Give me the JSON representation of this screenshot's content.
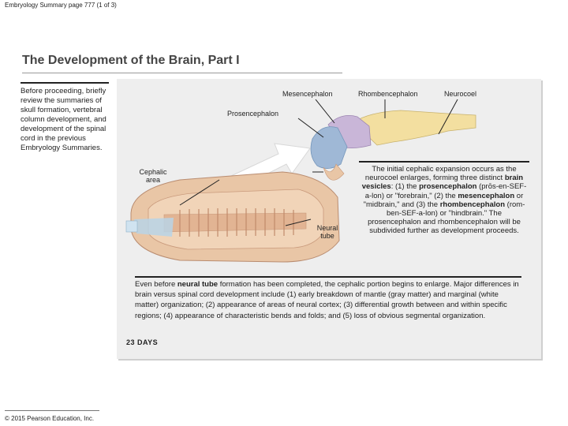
{
  "header": {
    "text": "Embryology Summary page 777 (1 of 3)"
  },
  "title": "The Development of the Brain, Part I",
  "intro": "Before proceeding, briefly review the summaries of skull formation, vertebral column development, and development of the spinal cord in the previous Embryology Summaries.",
  "labels": {
    "mesencephalon": "Mesencephalon",
    "rhombencephalon": "Rhombencephalon",
    "neurocoel": "Neurocoel",
    "prosencephalon": "Prosencephalon",
    "cephalic_area": "Cephalic area",
    "neural_tube": "Neural tube"
  },
  "vesicle_caption": {
    "p1": "The initial cephalic expansion occurs as the neurocoel enlarges, forming three distinct ",
    "b1": "brain vesicles",
    "p2": ": (1) the ",
    "b2": "prosencephalon",
    "p3": " (prōs-en-SEF-a-lon) or \"forebrain,\" (2) the ",
    "b3": "mesencephalon",
    "p4": " or \"midbrain,\" and (3) the ",
    "b4": "rhombencephalon",
    "p5": " (rom-ben-SEF-a-lon) or \"hindbrain.\" The prosencephalon and rhombencephalon will be subdivided further as development proceeds."
  },
  "summary": {
    "p1": "Even before ",
    "b1": "neural tube",
    "p2": " formation has been completed, the cephalic portion begins to enlarge. Major differences in brain versus spinal cord development include (1) early breakdown of mantle (gray matter) and marginal (white matter) organization; (2) appearance of areas of neural cortex; (3) differential growth between and within specific regions; (4) appearance of characteristic bends and folds; and (5) loss of obvious segmental organization."
  },
  "days_label": "23 DAYS",
  "copyright": "© 2015 Pearson Education, Inc.",
  "colors": {
    "prosencephalon": "#9fb8d6",
    "mesencephalon": "#c9b6d8",
    "rhombencephalon": "#f3dfa0",
    "embryo": "#e9c6a6",
    "embryo_dark": "#c99a7c",
    "arrow": "#ffffff"
  }
}
